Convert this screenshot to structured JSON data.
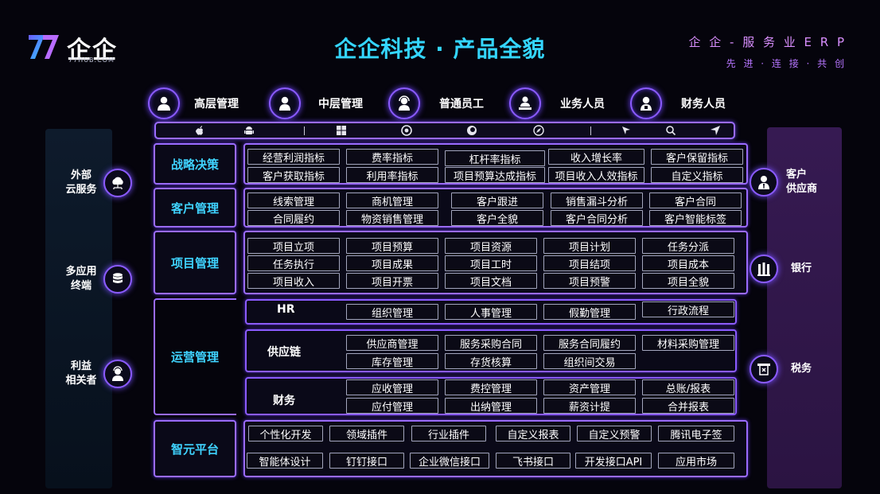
{
  "header": {
    "logo_text": "企企",
    "logo_sub": "77HUB.COM",
    "title": "企企科技 · 产品全貌",
    "slogan_line1": "企 企 - 服 务 业 E R P",
    "slogan_line2": "先 进 · 连 接 · 共 创"
  },
  "roles": [
    {
      "label": "高层管理",
      "icon": "manager-icon"
    },
    {
      "label": "中层管理",
      "icon": "person-icon"
    },
    {
      "label": "普通员工",
      "icon": "headset-person-icon"
    },
    {
      "label": "业务人员",
      "icon": "laptop-person-icon"
    },
    {
      "label": "财务人员",
      "icon": "finance-person-icon"
    }
  ],
  "platforms": [
    "apple-icon",
    "android-icon",
    "windows-icon",
    "chrome-icon",
    "firefox-icon",
    "safari-icon",
    "pointer-icon",
    "search-icon",
    "send-icon"
  ],
  "left_side": [
    {
      "label": "外部\n云服务",
      "icon": "cloud-icon"
    },
    {
      "label": "多应用\n终端",
      "icon": "database-icon"
    },
    {
      "label": "利益\n相关者",
      "icon": "stakeholder-icon"
    }
  ],
  "right_side": [
    {
      "label": "客户\n供应商",
      "icon": "people-icon"
    },
    {
      "label": "银行",
      "icon": "bank-icon"
    },
    {
      "label": "税务",
      "icon": "tax-icon"
    }
  ],
  "sections": {
    "strategy": {
      "label": "战略决策",
      "rows": [
        [
          "经营利润指标",
          "费率指标",
          "杠杆率指标",
          "收入增长率",
          "客户保留指标"
        ],
        [
          "客户获取指标",
          "利用率指标",
          "项目预算达成指标",
          "项目收入人效指标",
          "自定义指标"
        ]
      ]
    },
    "customer": {
      "label": "客户管理",
      "rows": [
        [
          "线索管理",
          "商机管理",
          "客户跟进",
          "销售漏斗分析",
          "客户合同"
        ],
        [
          "合同履约",
          "物资销售管理",
          "客户全貌",
          "客户合同分析",
          "客户智能标签"
        ]
      ]
    },
    "project": {
      "label": "项目管理",
      "rows": [
        [
          "项目立项",
          "项目预算",
          "项目资源",
          "项目计划",
          "任务分派"
        ],
        [
          "任务执行",
          "项目成果",
          "项目工时",
          "项目结项",
          "项目成本"
        ],
        [
          "项目收入",
          "项目开票",
          "项目文档",
          "项目预警",
          "项目全貌"
        ]
      ]
    },
    "operations": {
      "label": "运营管理",
      "hr": {
        "label": "HR",
        "items": [
          "组织管理",
          "人事管理",
          "假勤管理",
          "行政流程"
        ]
      },
      "supply": {
        "label": "供应链",
        "rows": [
          [
            "供应商管理",
            "服务采购合同",
            "服务合同履约",
            "材料采购管理"
          ],
          [
            "库存管理",
            "存货核算",
            "组织间交易"
          ]
        ]
      },
      "finance": {
        "label": "财务",
        "rows": [
          [
            "应收管理",
            "费控管理",
            "资产管理",
            "总账/报表"
          ],
          [
            "应付管理",
            "出纳管理",
            "薪资计提",
            "合并报表"
          ]
        ]
      }
    },
    "platform": {
      "label": "智元平台",
      "rows": [
        [
          "个性化开发",
          "领域插件",
          "行业插件",
          "自定义报表",
          "自定义预警",
          "腾讯电子签"
        ],
        [
          "智能体设计",
          "钉钉接口",
          "企业微信接口",
          "飞书接口",
          "开发接口API",
          "应用市场"
        ]
      ]
    }
  },
  "colors": {
    "accent_purple": "#9a6bff",
    "title_cyan": "#34d6ff",
    "slogan_pink": "#d98fff",
    "right_panel": "#361a52",
    "left_panel": "#0e1b2c"
  }
}
